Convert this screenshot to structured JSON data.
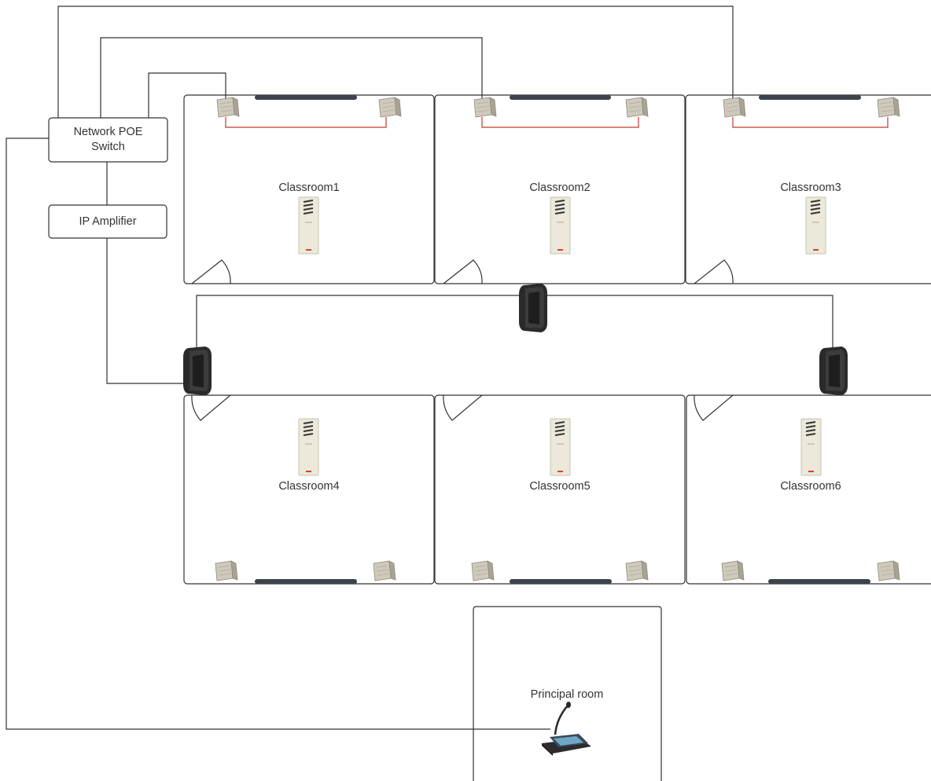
{
  "colors": {
    "line": "#333333",
    "speaker_wire": "#c0392b",
    "whiteboard": "#3d434b",
    "panel_body": "#ece8da",
    "panel_accent": "#d0453a",
    "horn_speaker": "#2a2a2a"
  },
  "devices": {
    "switch": {
      "line1": "Network POE",
      "line2": "Switch"
    },
    "amplifier": {
      "label": "IP Amplifier"
    }
  },
  "rooms": {
    "classroom1": "Classroom1",
    "classroom2": "Classroom2",
    "classroom3": "Classroom3",
    "classroom4": "Classroom4",
    "classroom5": "Classroom5",
    "classroom6": "Classroom6",
    "principal": "Principal room"
  },
  "icons": {
    "ceiling_speaker": "box-speaker-icon",
    "wall_terminal": "intercom-terminal-icon",
    "corridor_speaker": "horn-speaker-icon",
    "paging_console": "paging-microphone-icon",
    "door": "door-swing-icon",
    "whiteboard": "whiteboard-icon"
  }
}
